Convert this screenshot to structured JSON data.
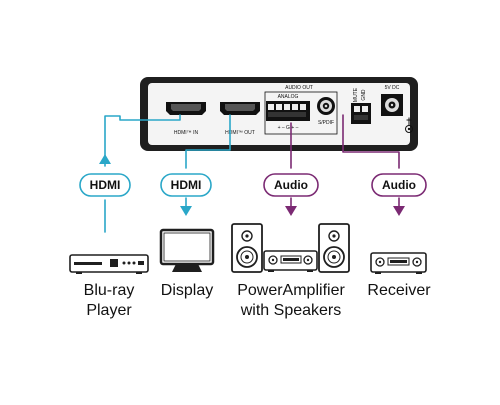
{
  "device": {
    "port_hdmi_in": "HDMI™ IN",
    "port_hdmi_out": "HDMI™ OUT",
    "audio_out": "AUDIO OUT",
    "analog": "ANALOG",
    "spdif": "S/PDIF",
    "analog_pins": "+  –  G  +  –",
    "mute": "MUTE",
    "gnd": "GND",
    "power": "5V DC"
  },
  "labels": {
    "hdmi_in": "HDMI",
    "hdmi_out": "HDMI",
    "audio_amp": "Audio",
    "audio_receiver": "Audio"
  },
  "devices": [
    {
      "name_line1": "Blu-ray",
      "name_line2": "Player"
    },
    {
      "name_line1": "Display",
      "name_line2": ""
    },
    {
      "name_line1": "PowerAmplifier",
      "name_line2": "with Speakers"
    },
    {
      "name_line1": "Receiver",
      "name_line2": ""
    }
  ],
  "colors": {
    "hdmi": "#2aa7c8",
    "audio": "#7b2a73",
    "device_body": "#1f1f1f"
  }
}
